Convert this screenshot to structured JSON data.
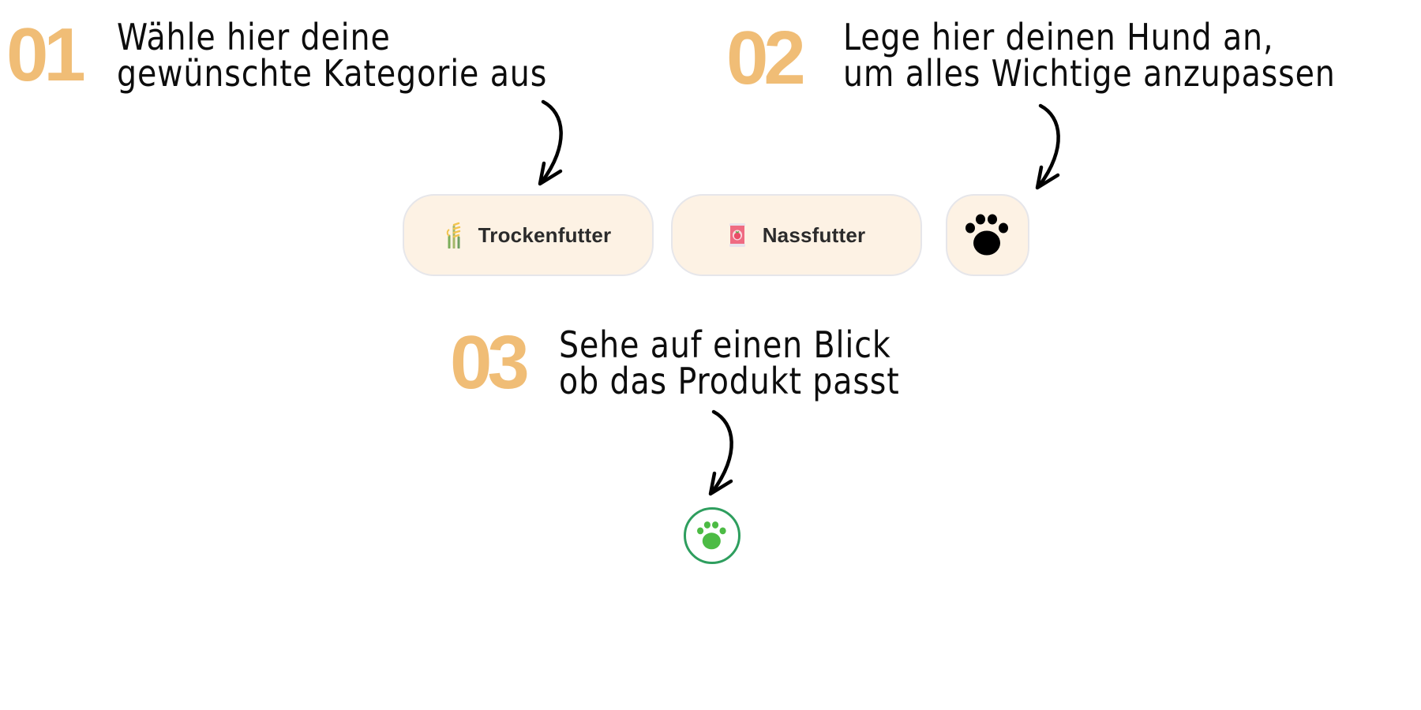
{
  "steps": [
    {
      "number": "01",
      "lines": [
        "Wähle hier deine",
        "gewünschte Kategorie aus"
      ]
    },
    {
      "number": "02",
      "lines": [
        "Lege hier deinen Hund an,",
        "um alles Wichtige anzupassen"
      ]
    },
    {
      "number": "03",
      "lines": [
        "Sehe auf einen Blick",
        "ob das Produkt passt"
      ]
    }
  ],
  "categories": [
    {
      "label": "Trockenfutter",
      "icon": "wheat-icon"
    },
    {
      "label": "Nassfutter",
      "icon": "food-can-icon"
    }
  ],
  "dog_profile_button": {
    "icon": "paw-icon"
  },
  "fit_indicator": {
    "icon": "paw-icon",
    "status": "passt"
  },
  "colors": {
    "step_number": "#f0bd76",
    "pill_background": "#fdf2e4",
    "pill_border": "#e6e6ea",
    "fit_ring": "#2e9e5e",
    "fit_paw": "#4cbb44"
  }
}
